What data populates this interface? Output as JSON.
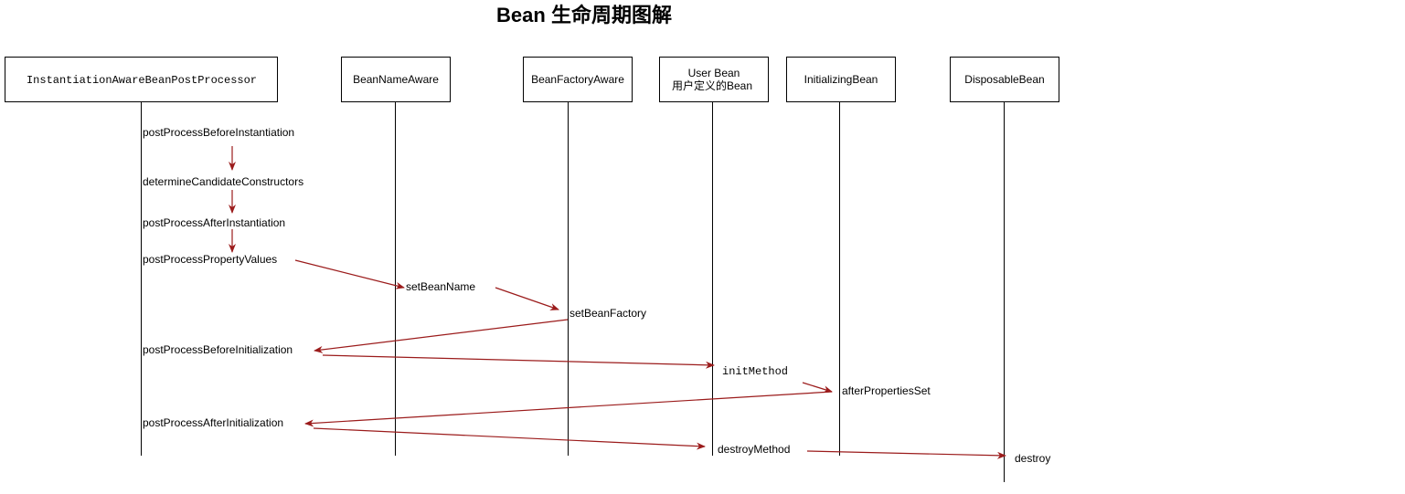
{
  "title": "Bean 生命周期图解",
  "colors": {
    "arrow": "#9b1b1b",
    "line": "#000000"
  },
  "participants": [
    {
      "id": "iabpp",
      "label": "InstantiationAwareBeanPostProcessor"
    },
    {
      "id": "bna",
      "label": "BeanNameAware"
    },
    {
      "id": "bfa",
      "label": "BeanFactoryAware"
    },
    {
      "id": "ub",
      "label": "User Bean",
      "label2": "用户定义的Bean"
    },
    {
      "id": "ib",
      "label": "InitializingBean"
    },
    {
      "id": "db",
      "label": "DisposableBean"
    }
  ],
  "calls": [
    {
      "label": "postProcessBeforeInstantiation"
    },
    {
      "label": "determineCandidateConstructors"
    },
    {
      "label": "postProcessAfterInstantiation"
    },
    {
      "label": "postProcessPropertyValues"
    },
    {
      "label": "setBeanName"
    },
    {
      "label": "setBeanFactory"
    },
    {
      "label": "postProcessBeforeInitialization"
    },
    {
      "label": "initMethod"
    },
    {
      "label": "afterPropertiesSet"
    },
    {
      "label": "postProcessAfterInitialization"
    },
    {
      "label": "destroyMethod"
    },
    {
      "label": "destroy"
    }
  ]
}
